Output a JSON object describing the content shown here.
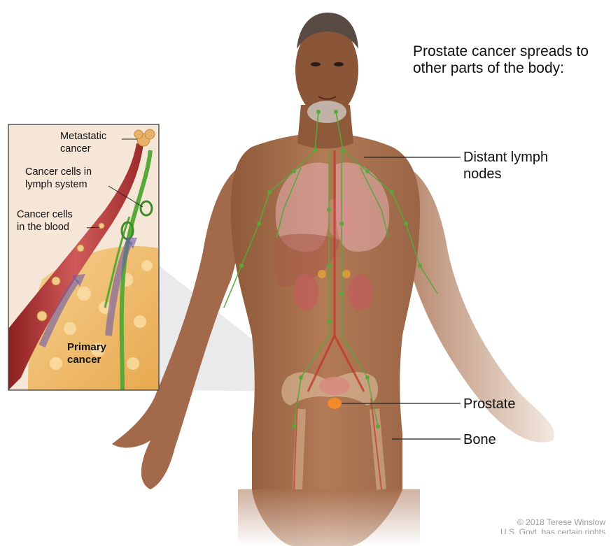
{
  "title": "Prostate cancer spreads to other parts of the body:",
  "labels": {
    "distant_lymph_nodes": [
      "Distant lymph",
      "nodes"
    ],
    "prostate": "Prostate",
    "bone": "Bone"
  },
  "inset": {
    "metastatic_cancer": [
      "Metastatic",
      "cancer"
    ],
    "cancer_cells_lymph": [
      "Cancer cells in",
      "lymph system"
    ],
    "cancer_cells_blood": [
      "Cancer cells",
      "in the blood"
    ],
    "primary_cancer": [
      "Primary",
      "cancer"
    ]
  },
  "copyright": [
    "© 2018 Terese Winslow",
    "U.S. Govt. has certain rights"
  ],
  "colors": {
    "skin": "#a36c4b",
    "skin_dark": "#7d4a2f",
    "lymph": "#58a83a",
    "artery": "#c0392b",
    "tumor": "#f0c074",
    "arrow": "#6a5aa8"
  }
}
